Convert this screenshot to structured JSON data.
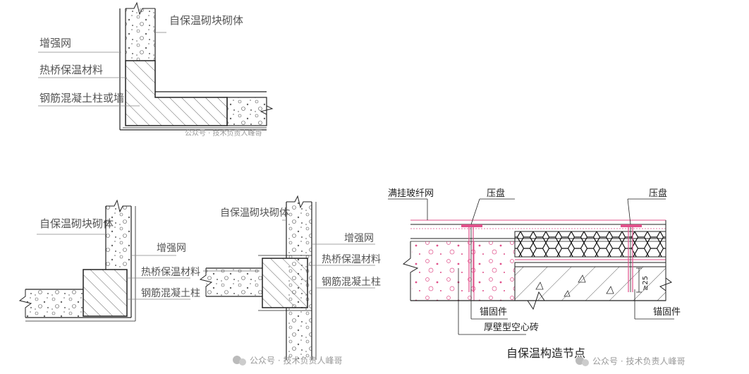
{
  "diagram1": {
    "labels": {
      "block_wall": "自保温砌块砌体",
      "mesh": "增强网",
      "thermal_bridge": "热桥保温材料",
      "column": "钢筋混凝土柱或墙"
    },
    "watermark": "公众号 · 技术负责人峰哥"
  },
  "diagram2": {
    "labels": {
      "block_wall": "自保温砌块砌体",
      "mesh": "增强网",
      "thermal_bridge": "热桥保温材料",
      "column": "钢筋混凝土柱"
    }
  },
  "diagram3": {
    "labels": {
      "block_wall": "自保温砌块砌体",
      "mesh": "增强网",
      "thermal_bridge": "热桥保温材料",
      "column": "钢筋混凝土柱"
    },
    "watermark": "公众号 · 技术负责人峰哥"
  },
  "diagram4": {
    "title": "自保温构造节点",
    "labels": {
      "full_mesh": "满挂玻纤网",
      "press_plate_left": "压盘",
      "press_plate_right": "压盘",
      "anchor_left": "锚固件",
      "anchor_right": "锚固件",
      "hollow_brick": "厚壁型空心砖",
      "dimension": "≥25"
    },
    "watermark": "公众号 · 技术负责人峰哥"
  },
  "colors": {
    "line": "#222222",
    "label": "#555555",
    "pink": "#e0508a",
    "watermark": "#999999"
  }
}
